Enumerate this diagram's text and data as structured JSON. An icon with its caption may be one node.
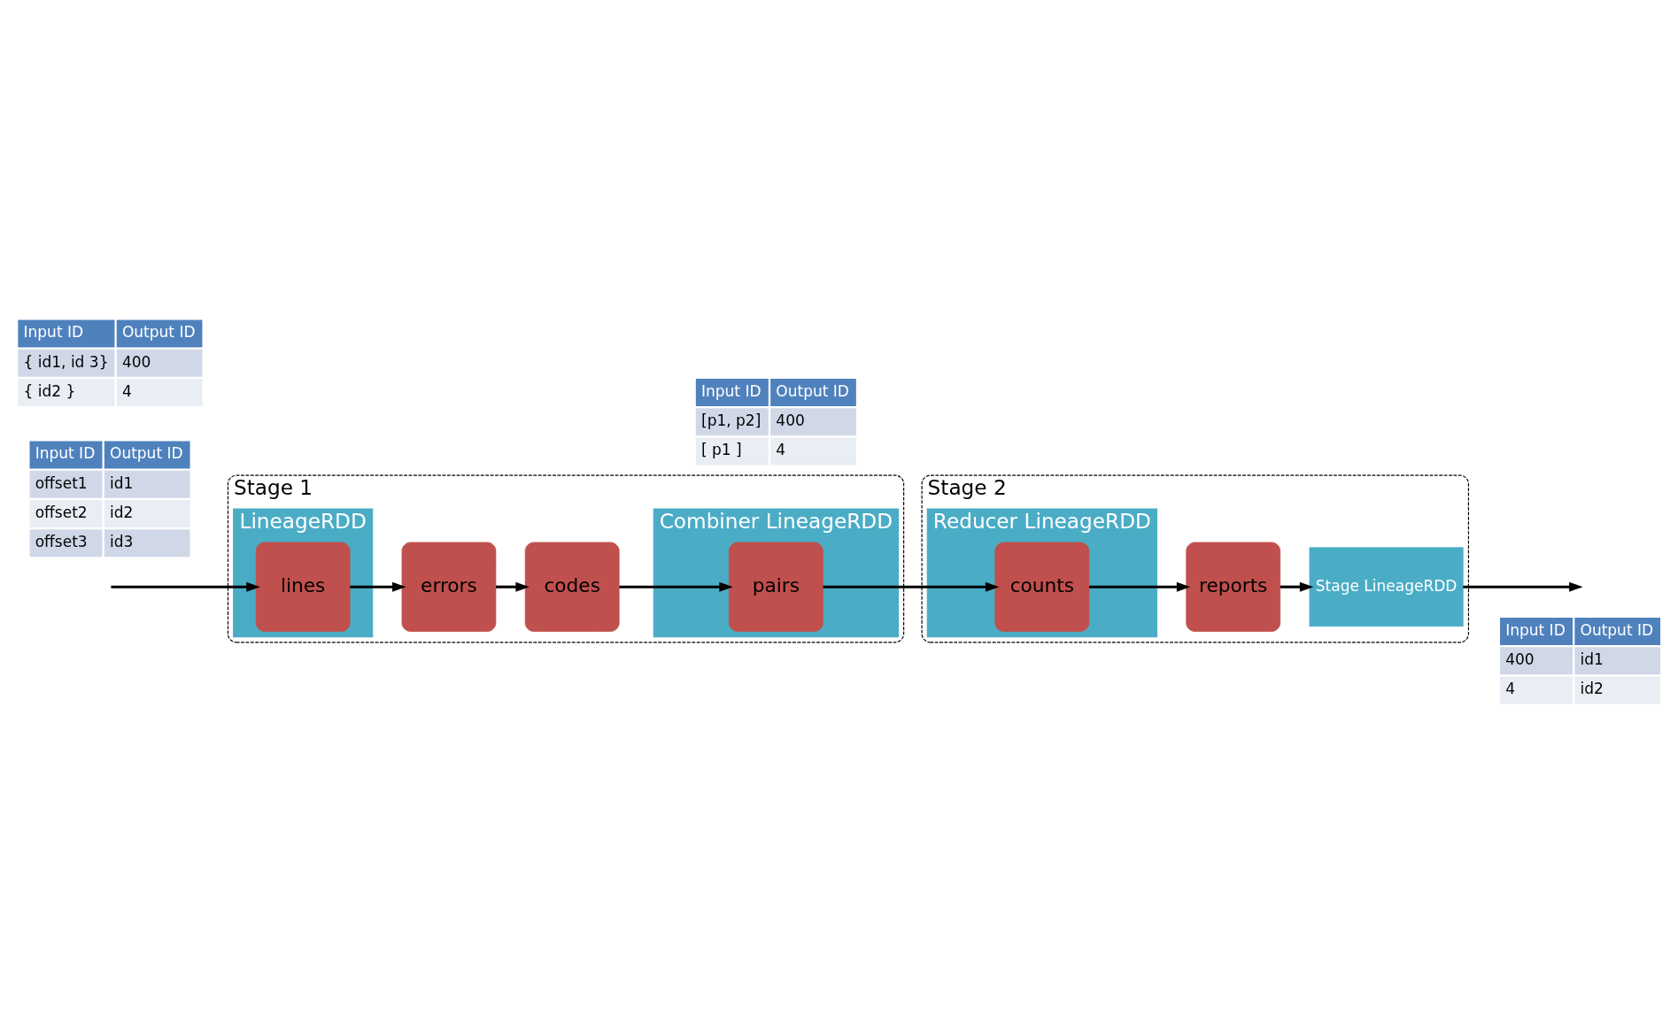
{
  "diagram": {
    "nodes": [
      {
        "text": [
          "Stage 1"
        ]
      },
      {
        "text": [
          "LineageRDD"
        ],
        "in": 0
      },
      {
        "text": [
          "lines"
        ],
        "in": 1
      },
      {
        "text": [
          "errors"
        ],
        "in": 0
      },
      {
        "text": [
          "codes"
        ],
        "in": 0
      },
      {
        "text": [
          "Combiner LineageRDD"
        ],
        "in": 0
      },
      {
        "text": [
          "pairs"
        ],
        "in": 5
      },
      {
        "text": [
          "Stage 2"
        ]
      },
      {
        "text": [
          "Reducer LineageRDD"
        ],
        "in": 7
      },
      {
        "text": [
          "counts"
        ],
        "in": 8
      },
      {
        "text": [
          "reports"
        ],
        "in": 7
      },
      {
        "text": [
          "Stage LineageRDD"
        ],
        "in": 7
      }
    ],
    "edges": [
      {
        "from": null,
        "to": 2,
        "arrow": "to"
      },
      {
        "from": 2,
        "to": 3,
        "arrow": "to"
      },
      {
        "from": 3,
        "to": 4,
        "arrow": "to"
      },
      {
        "from": 4,
        "to": 6,
        "arrow": "to"
      },
      {
        "from": 6,
        "to": 9,
        "arrow": "to"
      },
      {
        "from": 9,
        "to": 10,
        "arrow": "to"
      },
      {
        "from": 10,
        "to": 11,
        "arrow": "to"
      },
      {
        "from": 11,
        "to": null,
        "arrow": "to"
      }
    ],
    "labels": [
      "Input ID",
      "Output ID",
      "offset1",
      "id1",
      "offset2",
      "id2",
      "offset3",
      "id3",
      "Input ID",
      "Output ID",
      "{ id1, id 3}",
      "400",
      "{ id2 }",
      "4",
      "Input ID",
      "Output ID",
      "[p1, p2]",
      "400",
      "[ p1 ]",
      "4",
      "Input ID",
      "Output ID",
      "400",
      "id1",
      "4",
      "id2"
    ]
  }
}
